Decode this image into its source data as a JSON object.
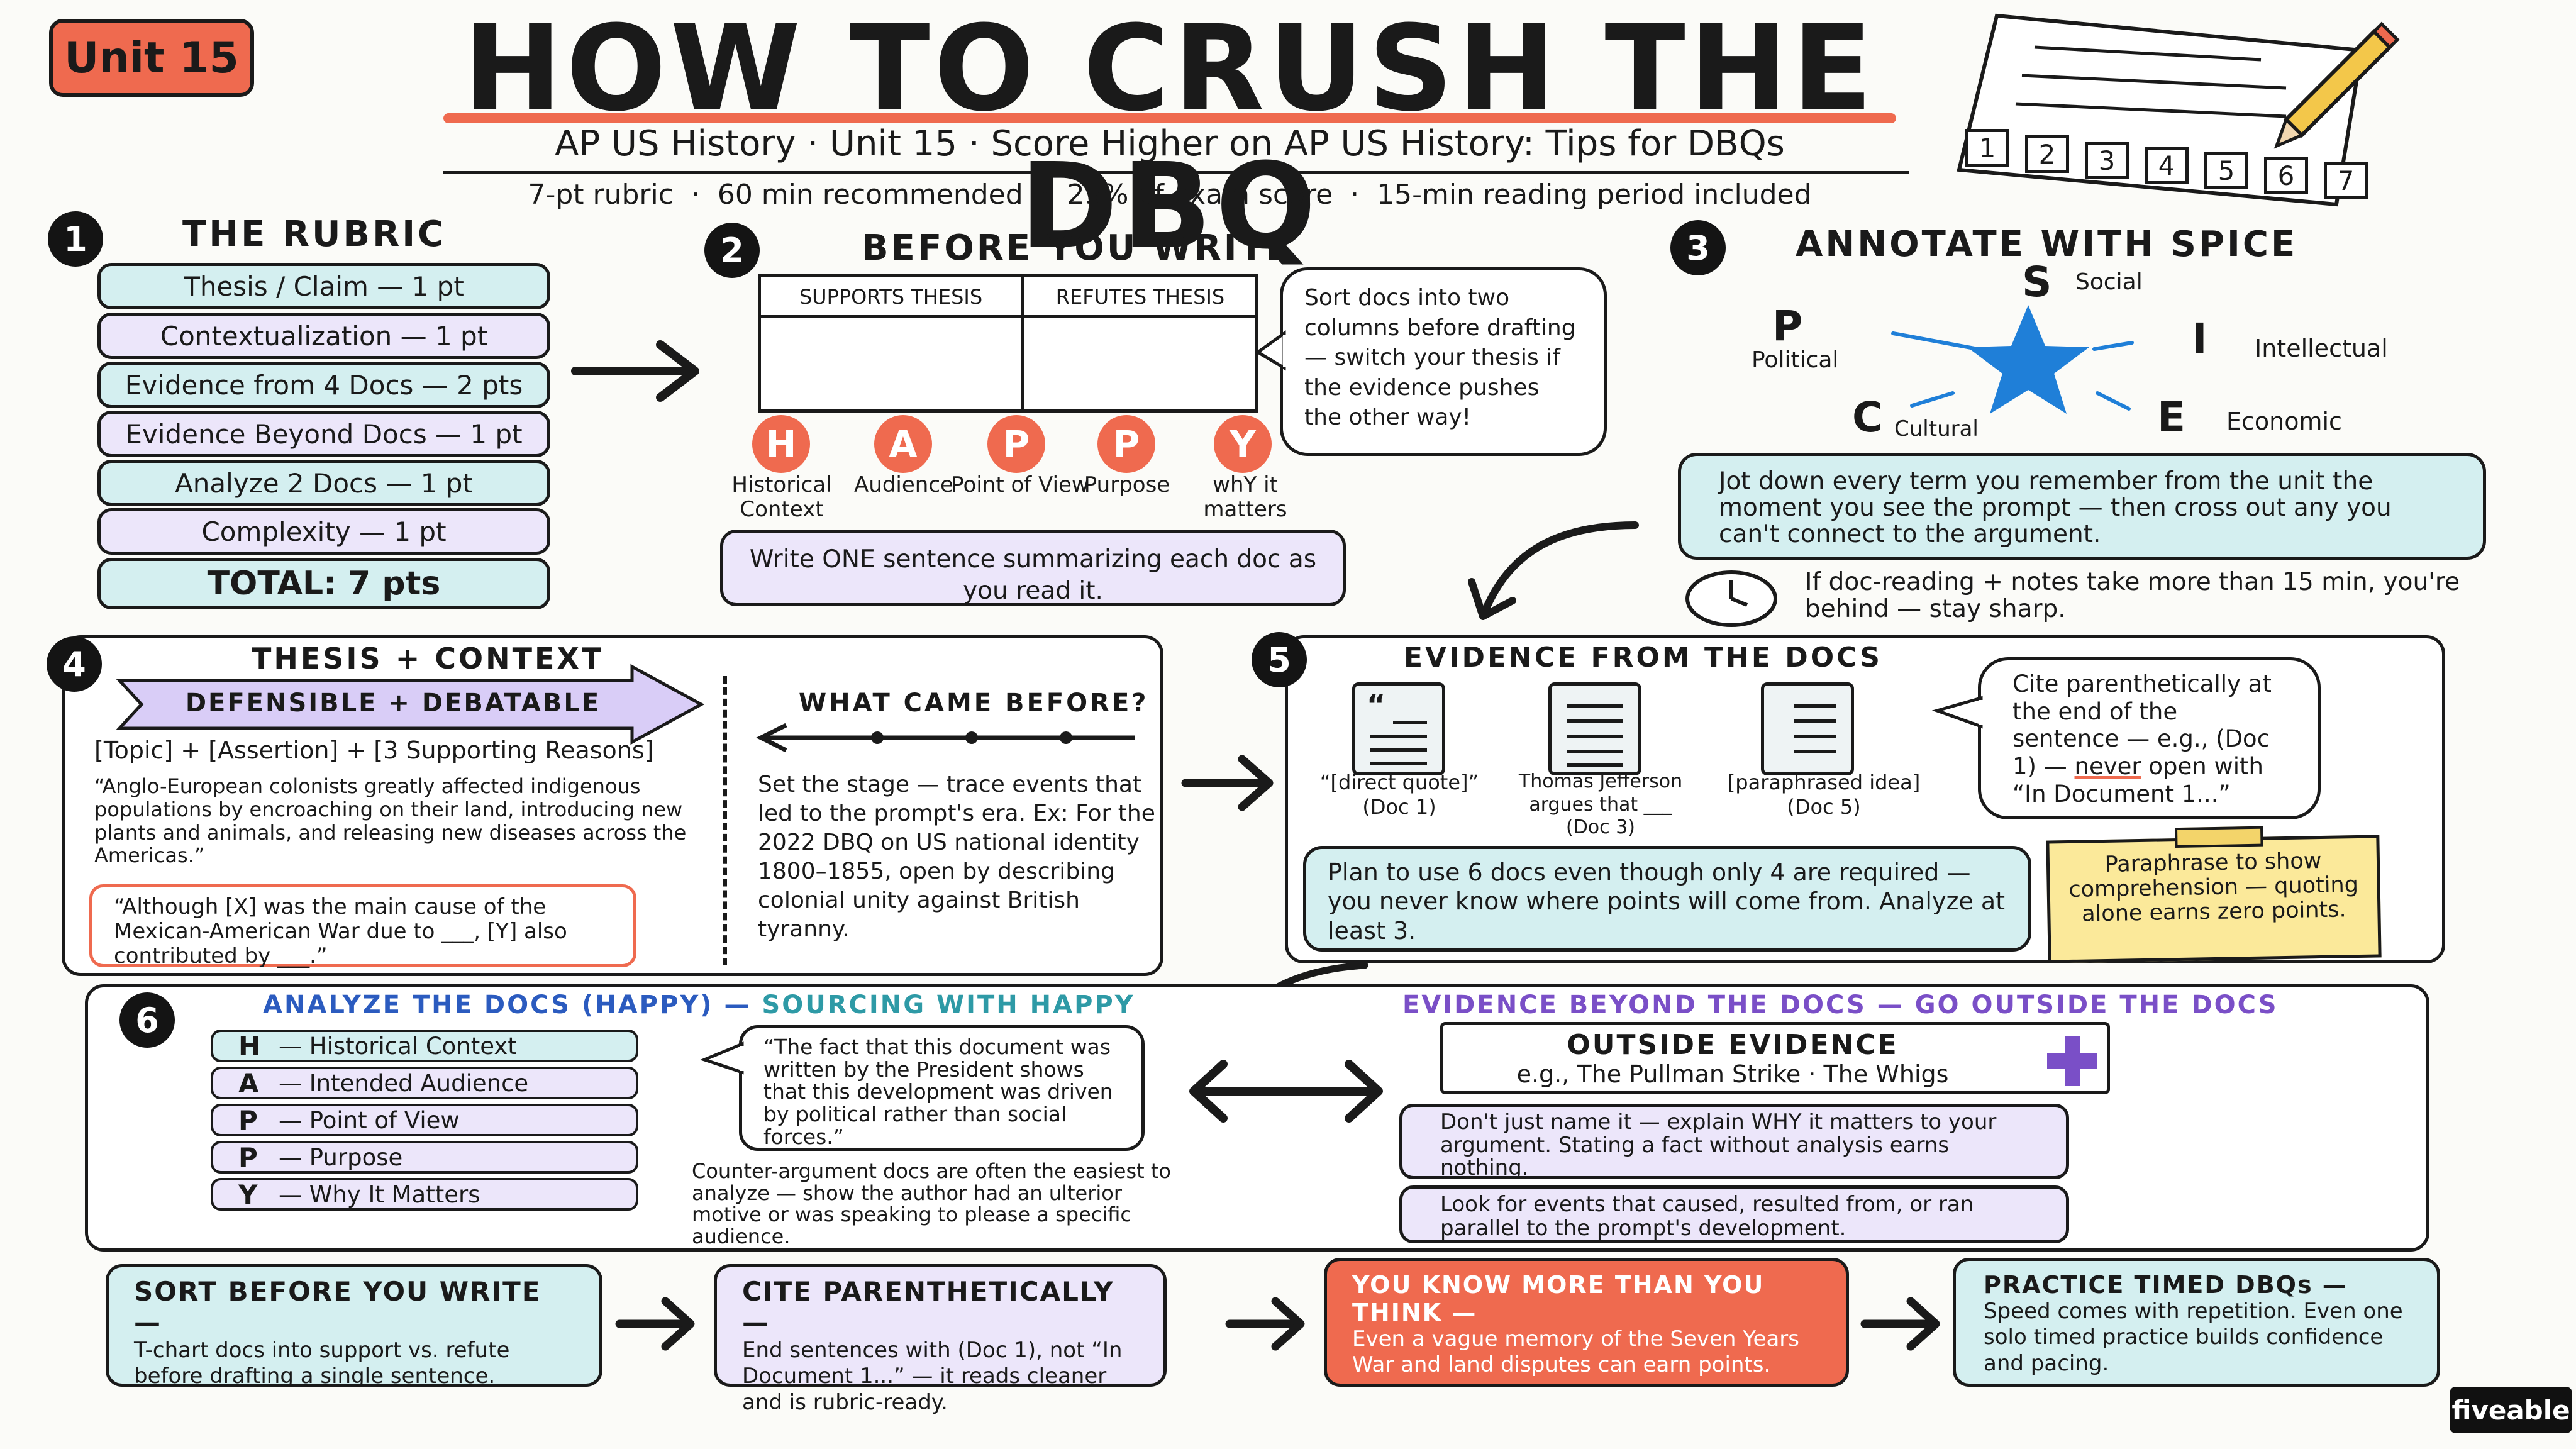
{
  "header": {
    "unit_badge": "Unit 15",
    "title": "HOW TO CRUSH THE DBQ",
    "subtitle": "AP US History · Unit 15 · Score Higher on AP US History: Tips for DBQs",
    "stats": "7-pt rubric  ·  60 min recommended  ·  25% of exam score  ·  15-min reading period included",
    "paper_boxes": [
      "1",
      "2",
      "3",
      "4",
      "5",
      "6",
      "7"
    ]
  },
  "rubric": {
    "num": "1",
    "title": "THE RUBRIC",
    "rows": [
      "Thesis / Claim — 1 pt",
      "Contextualization — 1 pt",
      "Evidence from 4 Docs — 2 pts",
      "Evidence Beyond Docs — 1 pt",
      "Analyze 2 Docs — 1 pt",
      "Complexity — 1 pt"
    ],
    "total_label": "TOTAL: 7 pts"
  },
  "before": {
    "num": "2",
    "title": "BEFORE YOU WRITE",
    "col_support": "SUPPORTS THESIS",
    "col_refute": "REFUTES THESIS",
    "bubble": "Sort docs into two columns before drafting — switch your thesis if the evidence pushes the other way!",
    "happy": [
      {
        "letter": "H",
        "label": "Historical Context"
      },
      {
        "letter": "A",
        "label": "Audience"
      },
      {
        "letter": "P",
        "label": "Point of View"
      },
      {
        "letter": "P",
        "label": "Purpose"
      },
      {
        "letter": "Y",
        "label": "whY it matters"
      }
    ],
    "summary": "Write ONE sentence summarizing each doc as you read it."
  },
  "spice": {
    "num": "3",
    "title": "ANNOTATE WITH SPICE",
    "s_letter": "S",
    "s_label": "Social",
    "p_letter": "P",
    "p_label": "Political",
    "i_letter": "I",
    "i_label": "Intellectual",
    "c_letter": "C",
    "c_label": "Cultural",
    "e_letter": "E",
    "e_label": "Economic",
    "note": "Jot down every term you remember from the unit the moment you see the prompt — then cross out any you can't connect to the argument.",
    "timer": "If doc-reading + notes take more than 15 min, you're behind — stay sharp."
  },
  "thesis": {
    "num": "4",
    "title": "THESIS + CONTEXT",
    "arrow_label": "DEFENSIBLE + DEBATABLE",
    "formula": "[Topic] + [Assertion] + [3 Supporting Reasons]",
    "example": "“Anglo-European colonists greatly affected indigenous populations by encroaching on their land, introducing new plants and animals, and releasing new diseases across the Americas.”",
    "template": "“Although [X] was the main cause of the Mexican-American War due to ___, [Y] also contributed by ___.”",
    "before_title": "WHAT CAME BEFORE?",
    "before_text": "Set the stage — trace events that led to the prompt's era. Ex: For the 2022 DBQ on US national identity 1800–1855, open by describing colonial unity against British tyranny."
  },
  "evidence": {
    "num": "5",
    "title": "EVIDENCE FROM THE DOCS",
    "doc1": "“[direct quote]” (Doc 1)",
    "doc2": "Thomas Jefferson argues that ___ (Doc 3)",
    "doc3": "[paraphrased idea] (Doc 5)",
    "bubble_pre": "Cite parenthetically at the end of the sentence — e.g., (Doc 1) —",
    "bubble_never": "never",
    "bubble_post": "open with “In Document 1...”",
    "plan": "Plan to use 6 docs even though only 4 are required — you never know where points will come from. Analyze at least 3.",
    "sticky": "Paraphrase to show comprehension — quoting alone earns zero points."
  },
  "analyze": {
    "num": "6",
    "title": "ANALYZE THE DOCS (HAPPY)",
    "title_sep": "—",
    "subtitle": "SOURCING WITH HAPPY",
    "rows": [
      {
        "letter": "H",
        "label": "— Historical Context"
      },
      {
        "letter": "A",
        "label": "— Intended Audience"
      },
      {
        "letter": "P",
        "label": "— Point of View"
      },
      {
        "letter": "P",
        "label": "— Purpose"
      },
      {
        "letter": "Y",
        "label": "— Why It Matters"
      }
    ],
    "quote": "“The fact that this document was written by the President shows that this development was driven by political rather than social forces.”",
    "counter": "Counter-argument docs are often the easiest to analyze — show the author had an ulterior motive or was speaking to please a specific audience.",
    "beyond_title": "EVIDENCE BEYOND THE DOCS — GO OUTSIDE THE DOCS",
    "outside_title": "OUTSIDE EVIDENCE",
    "outside_eg": "e.g., The Pullman Strike · The Whigs",
    "dont": "Don't just name it — explain WHY it matters to your argument. Stating a fact without analysis earns nothing.",
    "look": "Look for events that caused, resulted from, or ran parallel to the prompt's development."
  },
  "bottom": [
    {
      "title": "SORT BEFORE YOU WRITE —",
      "text": "T-chart docs into support vs. refute before drafting a single sentence."
    },
    {
      "title": "CITE PARENTHETICALLY —",
      "text": "End sentences with (Doc 1), not “In Document 1...” — it reads cleaner and is rubric-ready."
    },
    {
      "title": "YOU KNOW MORE THAN YOU THINK —",
      "text": "Even a vague memory of the Seven Years War and land disputes can earn points."
    },
    {
      "title": "PRACTICE TIMED DBQs —",
      "text": "Speed comes with repetition. Even one solo timed practice builds confidence and pacing."
    }
  ],
  "brand": "fiveable",
  "colors": {
    "coral": "#ef6a4f",
    "teal": "#d4eff0",
    "lavender": "#ece6fa",
    "yellow": "#fbe99a",
    "star": "#1f7fd8",
    "purple": "#5a3fc0"
  }
}
